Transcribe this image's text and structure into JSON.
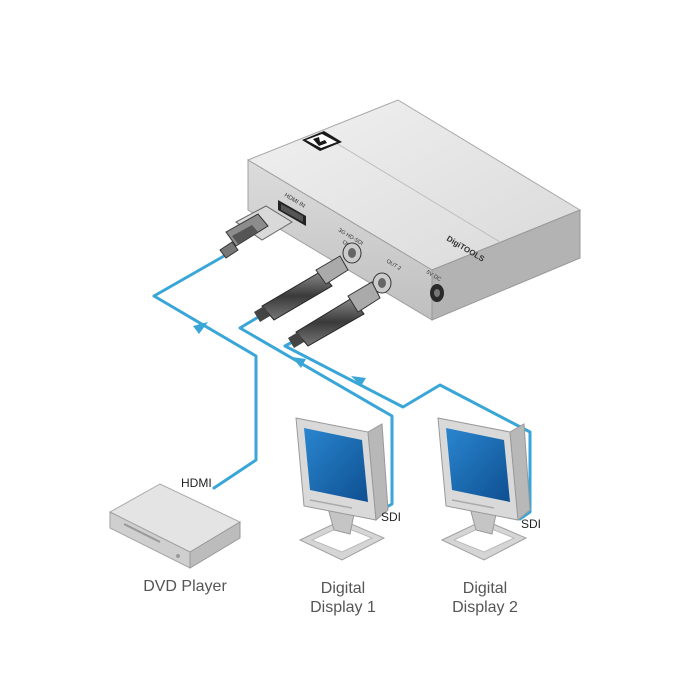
{
  "device": {
    "brand_text": "DigiTOOLS",
    "ports": {
      "hdmi_in": "HDMI IN",
      "sdi_out": "3G HD-SDI",
      "out1": "OUT 1",
      "out2": "OUT 2",
      "power": "5V DC"
    }
  },
  "cables": {
    "hdmi": "HDMI",
    "sdi_1": "SDI",
    "sdi_2": "SDI"
  },
  "devices": {
    "dvd_player": "DVD Player",
    "display_1": {
      "line1": "Digital",
      "line2": "Display 1"
    },
    "display_2": {
      "line1": "Digital",
      "line2": "Display 2"
    }
  },
  "colors": {
    "cable": "#3aa6d8",
    "device_top": "#e6e6e6",
    "device_side": "#bdbdbd",
    "screen": "#1f6fb6"
  }
}
